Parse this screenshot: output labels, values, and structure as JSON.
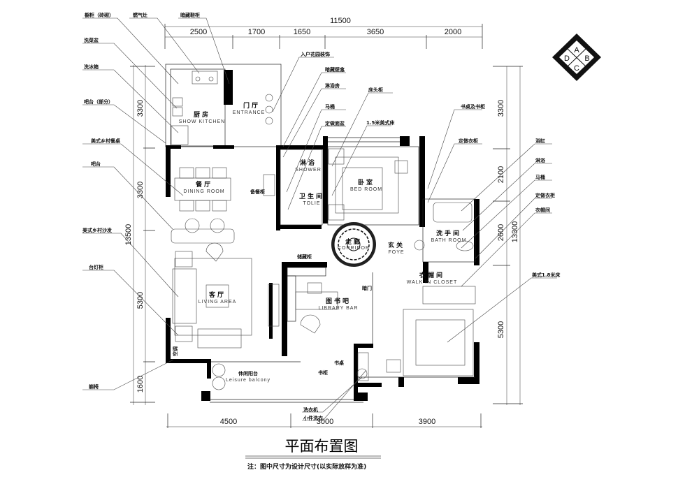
{
  "title": "平面布置图",
  "note": "注：图中尺寸为设计尺寸(以实际放样为准)",
  "compass": {
    "top": "A",
    "left": "D",
    "right": "B",
    "bottom": "C"
  },
  "dimensions": {
    "top_total": "11500",
    "top": [
      "2500",
      "1700",
      "1650",
      "3650",
      "2000"
    ],
    "left_total": "13500",
    "left": [
      "3300",
      "3300",
      "5300",
      "1600"
    ],
    "right_total": "13300",
    "right": [
      "3300",
      "2100",
      "2600",
      "5300"
    ],
    "bottom": [
      "4500",
      "3000",
      "3900"
    ]
  },
  "rooms": [
    {
      "cn": "厨房",
      "en": "SHOW KITCHEN"
    },
    {
      "cn": "门厅",
      "en": "ENTRANCE"
    },
    {
      "cn": "餐厅",
      "en": "DINING ROOM"
    },
    {
      "cn": "客厅",
      "en": "LIVING AREA"
    },
    {
      "cn": "淋浴",
      "en": "SHOWER"
    },
    {
      "cn": "卫生间",
      "en": "TOLIE"
    },
    {
      "cn": "卧室",
      "en": "BED ROOM"
    },
    {
      "cn": "走廊",
      "en": "CORRIDOR"
    },
    {
      "cn": "玄关",
      "en": "FOYE"
    },
    {
      "cn": "洗手间",
      "en": "BATH ROOM"
    },
    {
      "cn": "衣帽间",
      "en": "WALK IN CLOSET"
    },
    {
      "cn": "图书吧",
      "en": "LIBRARY BAR"
    },
    {
      "cn": "休闲阳台",
      "en": "Leisure balcony"
    }
  ],
  "labels_left": [
    "橱柜（砖砌）",
    "燃气灶",
    "暗藏鞋柜",
    "洗菜盆",
    "洗冰箱",
    "吧台（部分）",
    "美式乡村餐桌",
    "吧台",
    "美式乡村沙发",
    "台灯柜",
    "躺椅"
  ],
  "labels_mid": [
    "入户花园装饰",
    "暗藏壁龛",
    "淋浴房",
    "马桶",
    "定做面盆",
    "床头柜",
    "1.5米美式床",
    "书桌及书柜",
    "定做衣柜"
  ],
  "labels_right": [
    "浴缸",
    "淋浴",
    "马桶",
    "定做衣柜",
    "衣帽间",
    "美式1.8米床"
  ],
  "labels_inner": [
    "洗衣机",
    "小件洗衣",
    "书桌",
    "书柜",
    "储藏柜",
    "暗门",
    "备餐柜",
    "空调"
  ]
}
